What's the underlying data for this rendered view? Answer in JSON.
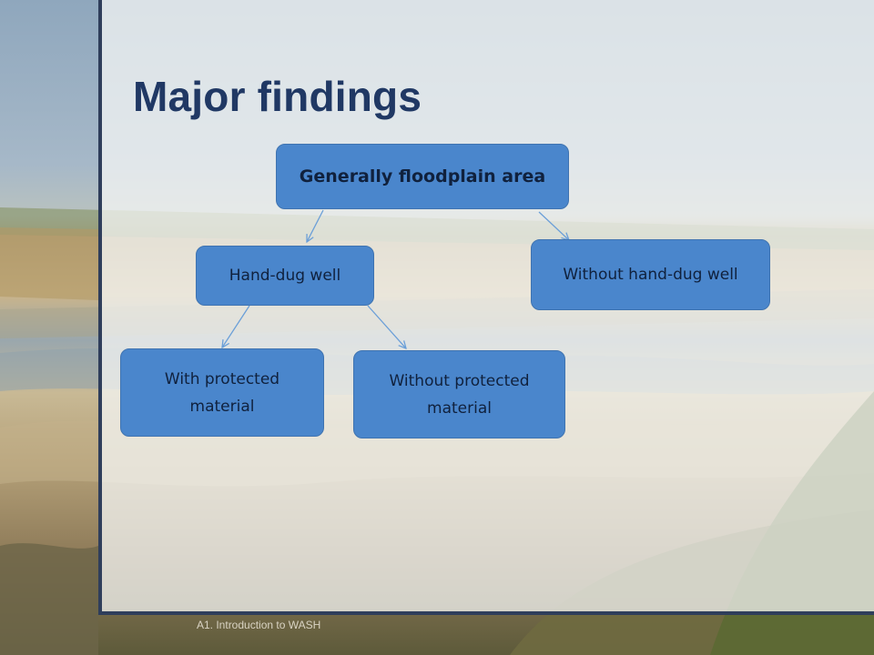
{
  "title": "Major findings",
  "nodes": {
    "root": "Generally floodplain area",
    "hand_dug_well": "Hand-dug well",
    "without_hand_dug_well": "Without hand-dug well",
    "with_protected_material": "With protected material",
    "without_protected_material": "Without protected material"
  },
  "edges": [
    [
      "Generally floodplain area",
      "Hand-dug well"
    ],
    [
      "Generally floodplain area",
      "Without hand-dug well"
    ],
    [
      "Hand-dug well",
      "With protected material"
    ],
    [
      "Hand-dug well",
      "Without protected material"
    ]
  ],
  "footer": "A1. Introduction to WASH",
  "colors": {
    "title": "#203864",
    "node_fill": "#4a86cc",
    "connector": "#6b9fd8",
    "frame": "#2f3e5b"
  }
}
